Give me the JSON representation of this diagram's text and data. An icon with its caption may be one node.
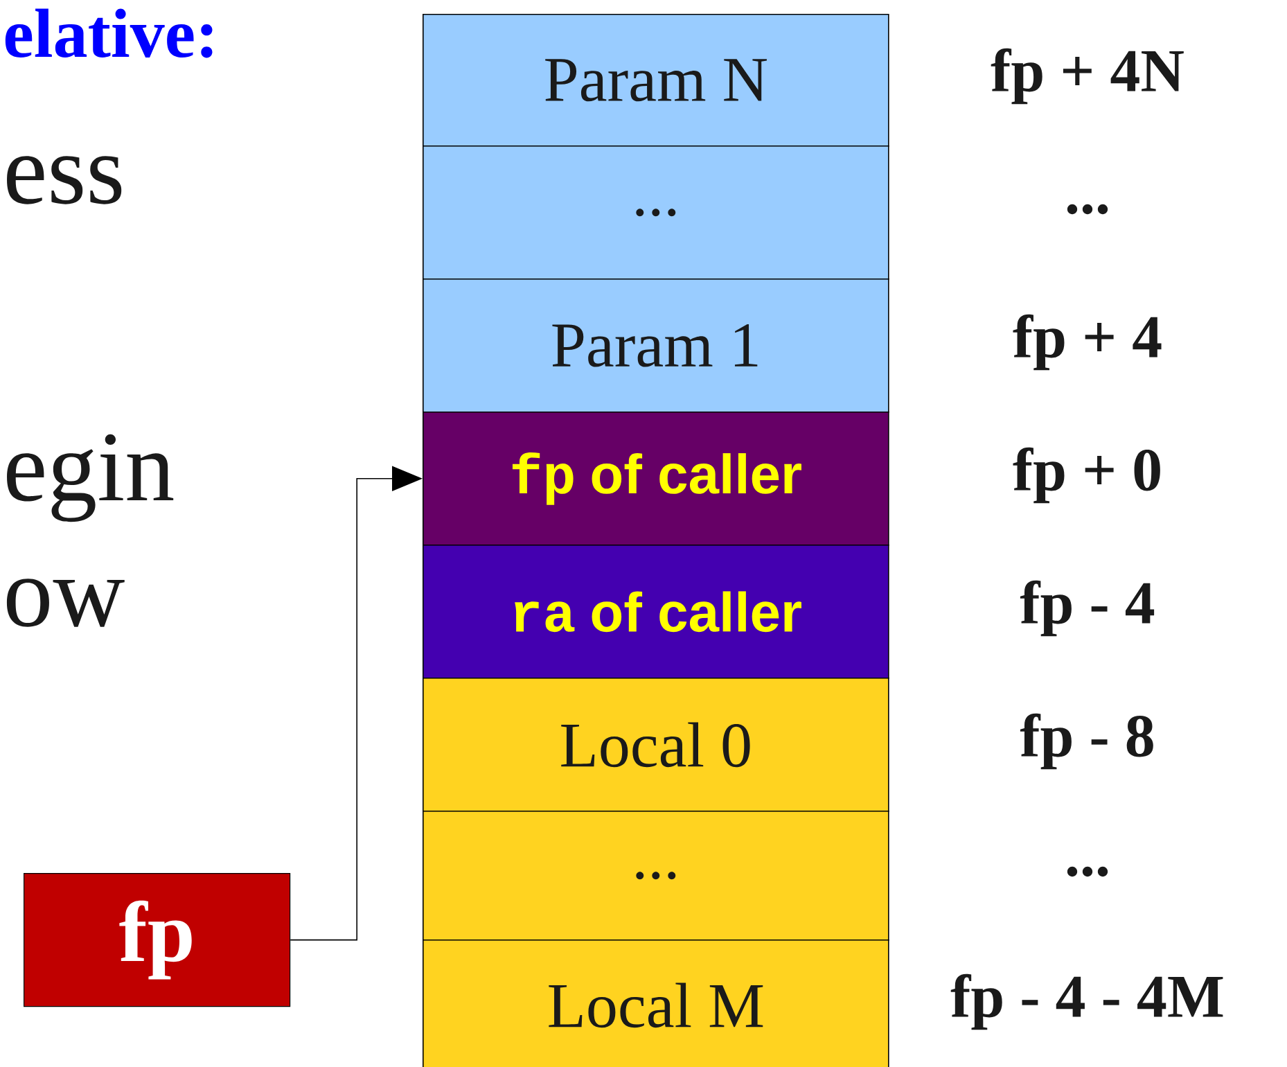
{
  "diagram": {
    "nodes": [
      {
        "text": [
          "Param N"
        ],
        "beside": [
          "fp + 4N"
        ]
      },
      {
        "text": [
          "..."
        ],
        "beside": [
          "..."
        ]
      },
      {
        "text": [
          "Param 1"
        ],
        "beside": [
          "fp + 4"
        ]
      },
      {
        "text": [
          "fp",
          "of caller"
        ],
        "beside": [
          "fp + 0"
        ]
      },
      {
        "text": [
          "ra",
          "of caller"
        ],
        "beside": [
          "fp - 4"
        ]
      },
      {
        "text": [
          "Local 0"
        ],
        "beside": [
          "fp - 8"
        ]
      },
      {
        "text": [
          "..."
        ],
        "beside": [
          "..."
        ]
      },
      {
        "text": [
          "Local M"
        ],
        "beside": [
          "fp - 4 - 4M"
        ]
      },
      {
        "text": [
          "fp"
        ]
      }
    ],
    "edges": [
      {
        "from": 8,
        "to": 3,
        "arrow": "to"
      }
    ],
    "labels": [
      "elative:",
      "ess",
      "egin",
      "ow"
    ]
  }
}
